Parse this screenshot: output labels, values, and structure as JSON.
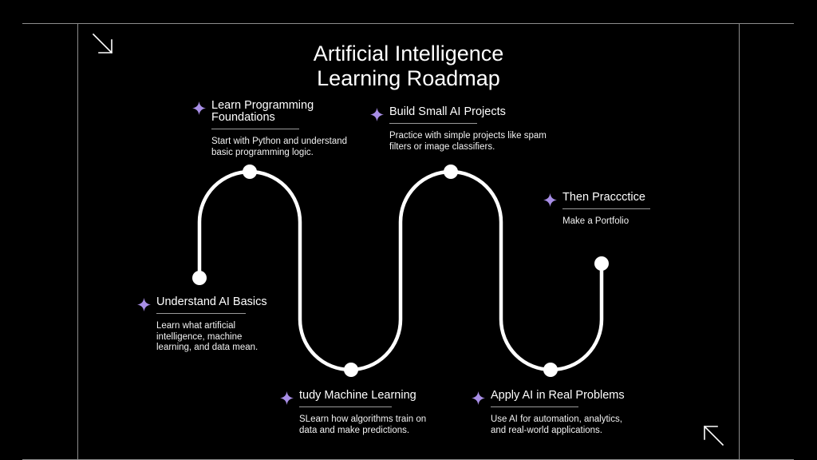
{
  "title": {
    "line1": "Artificial Intelligence",
    "line2": "Learning Roadmap"
  },
  "accent_color": "#a88ee6",
  "path_color": "#ffffff",
  "icons": {
    "step_marker": "sparkle-star-icon",
    "corner_top_left": "arrow-down-right-icon",
    "corner_bottom_right": "arrow-up-left-icon"
  },
  "steps": [
    {
      "title": "Understand AI Basics",
      "description": "Learn what artificial intelligence, machine learning, and data mean."
    },
    {
      "title": "Learn Programming Foundations",
      "description": "Start with Python and understand basic programming logic."
    },
    {
      "title": "tudy Machine Learning",
      "description": "SLearn how algorithms train on data and make predictions."
    },
    {
      "title": "Build Small AI Projects",
      "description": "Practice with simple projects like spam filters or image classifiers."
    },
    {
      "title": "Apply AI in Real Problems",
      "description": "Use AI for automation, analytics, and real-world applications."
    },
    {
      "title": "Then Praccctice",
      "description": "Make a Portfolio"
    }
  ]
}
